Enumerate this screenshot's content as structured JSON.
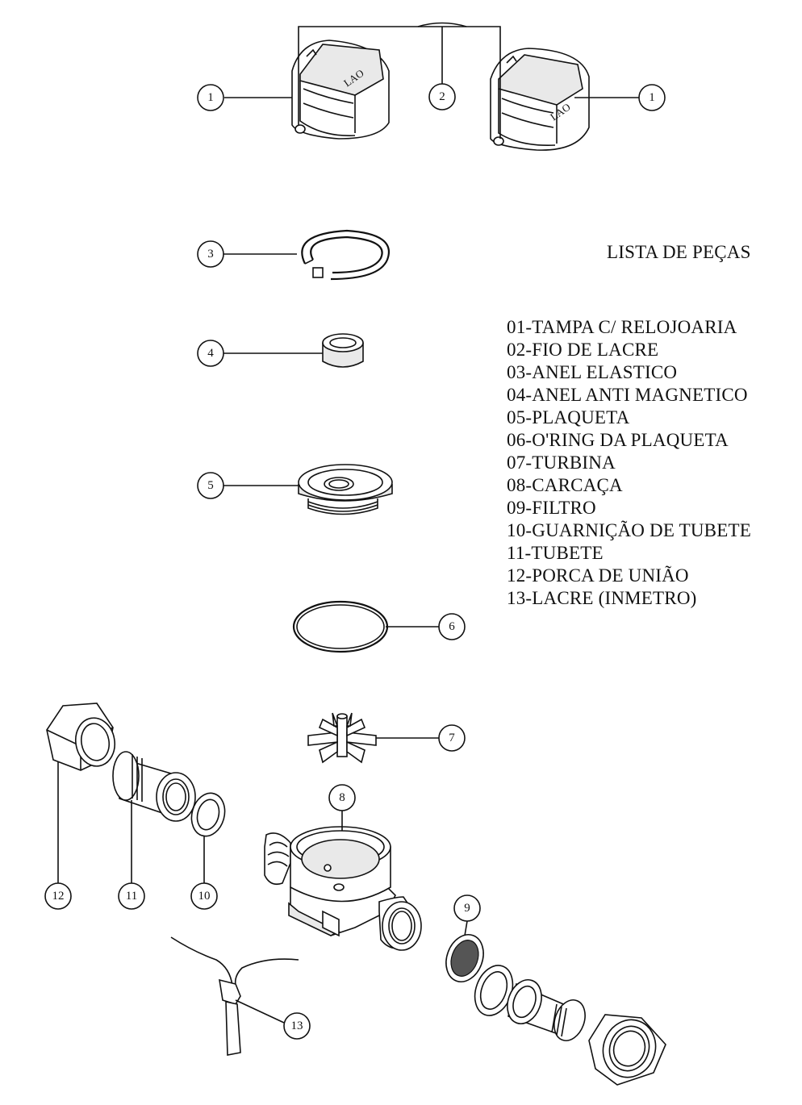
{
  "parts_list": {
    "title": "LISTA DE PEÇAS",
    "items": [
      "01-TAMPA C/ RELOJOARIA",
      "02-FIO DE LACRE",
      "03-ANEL ELASTICO",
      "04-ANEL ANTI MAGNETICO",
      "05-PLAQUETA",
      "06-O'RING DA PLAQUETA",
      "07-TURBINA",
      "08-CARCAÇA",
      "09-FILTRO",
      "10-GUARNIÇÃO DE TUBETE",
      "11-TUBETE",
      "12-PORCA DE UNIÃO",
      "13-LACRE (INMETRO)"
    ]
  },
  "callouts": [
    "1",
    "1",
    "2",
    "3",
    "4",
    "5",
    "6",
    "7",
    "8",
    "9",
    "10",
    "11",
    "12",
    "13"
  ],
  "brand_marking": "LAO"
}
